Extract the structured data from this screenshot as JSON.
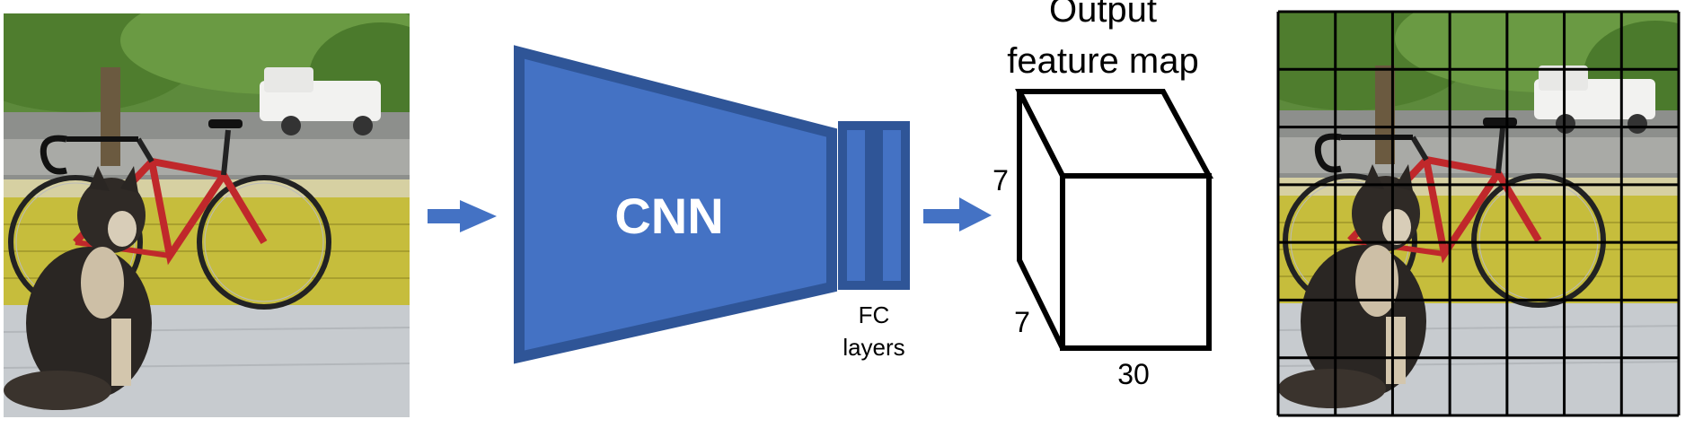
{
  "cnn": {
    "label": "CNN",
    "fill": "#4472C4",
    "stroke": "#2F5597"
  },
  "fc": {
    "label_line1": "FC",
    "label_line2": "layers"
  },
  "output": {
    "title_line1": "Output",
    "title_line2": "feature map"
  },
  "dimensions": {
    "height": "7",
    "depth": "7",
    "width": "30"
  },
  "grid": {
    "rows": 7,
    "cols": 7
  },
  "colors": {
    "arrow": "#4472C4",
    "sky": "#7f8a78",
    "tree": "#5c8a3a",
    "wall": "#c9c24a",
    "floor": "#c8ccd0",
    "bike": "#c0282b",
    "dog": "#2a2623"
  }
}
